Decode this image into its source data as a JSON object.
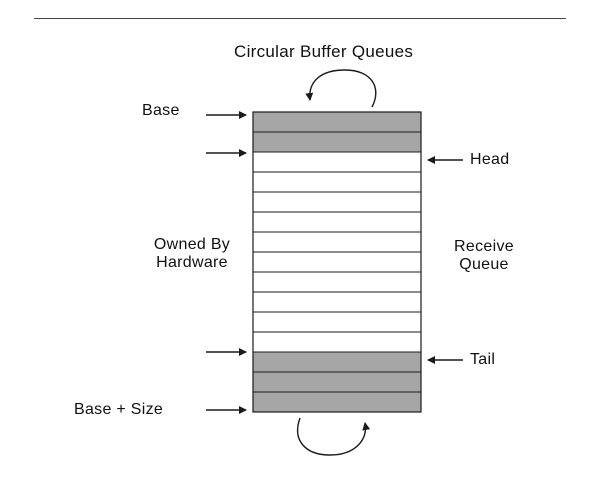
{
  "title": "Circular Buffer Queues",
  "labels": {
    "base": "Base",
    "head": "Head",
    "tail": "Tail",
    "base_plus_size": "Base + Size",
    "owned_line1": "Owned By",
    "owned_line2": "Hardware",
    "receive_line1": "Receive",
    "receive_line2": "Queue"
  },
  "queue": {
    "slots": [
      {
        "shaded": true
      },
      {
        "shaded": true
      },
      {
        "shaded": false
      },
      {
        "shaded": false
      },
      {
        "shaded": false
      },
      {
        "shaded": false
      },
      {
        "shaded": false
      },
      {
        "shaded": false
      },
      {
        "shaded": false
      },
      {
        "shaded": false
      },
      {
        "shaded": false
      },
      {
        "shaded": false
      },
      {
        "shaded": true
      },
      {
        "shaded": true
      },
      {
        "shaded": true
      }
    ]
  },
  "colors": {
    "shaded_slot": "#a6a6a6",
    "empty_slot": "#ffffff",
    "stroke": "#1a1a1a"
  }
}
